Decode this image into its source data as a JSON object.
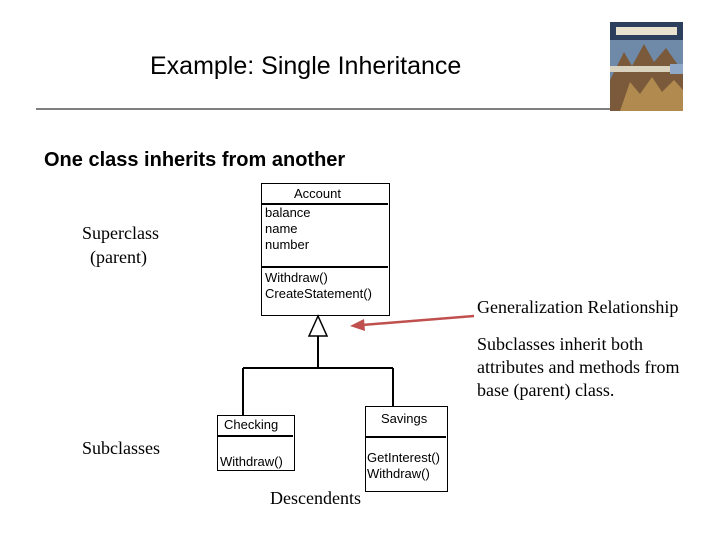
{
  "slide": {
    "title": "Example: Single Inheritance",
    "subtitle": "One class inherits from another"
  },
  "classes": {
    "account": {
      "name": "Account",
      "attributes": [
        "balance",
        "name",
        "number"
      ],
      "methods": [
        "Withdraw()",
        "CreateStatement()"
      ]
    },
    "checking": {
      "name": "Checking",
      "methods": [
        "Withdraw()"
      ]
    },
    "savings": {
      "name": "Savings",
      "methods": [
        "GetInterest()",
        "Withdraw()"
      ]
    }
  },
  "labels": {
    "superclass": [
      "Superclass",
      "(parent)"
    ],
    "generalization": "Generalization Relationship",
    "explanation": [
      "Subclasses inherit both",
      "attributes and methods from",
      "base (parent) class."
    ],
    "subclasses": "Subclasses",
    "descendents": "Descendents"
  },
  "colors": {
    "arrow": "#c0504d",
    "rule": "#7f7f7f",
    "book_cover": "#3a4e6a"
  },
  "icons": {
    "book": "book-cover-image"
  }
}
